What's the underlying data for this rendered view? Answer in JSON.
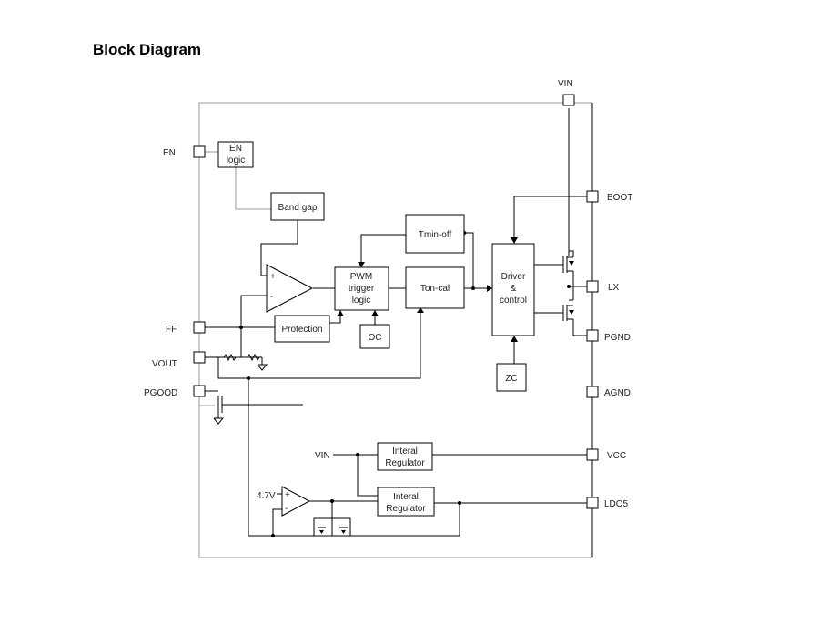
{
  "title": "Block Diagram",
  "pins": {
    "vin": "VIN",
    "en": "EN",
    "boot": "BOOT",
    "lx": "LX",
    "ff": "FF",
    "vout": "VOUT",
    "pgood": "PGOOD",
    "pgnd": "PGND",
    "agnd": "AGND",
    "vcc": "VCC",
    "ldo5": "LDO5"
  },
  "blocks": {
    "en_logic": [
      "EN",
      "logic"
    ],
    "band_gap": "Band gap",
    "tmin_off": "Tmin-off",
    "pwm": [
      "PWM",
      "trigger",
      "logic"
    ],
    "ton_cal": "Ton-cal",
    "driver": [
      "Driver",
      "&",
      "control"
    ],
    "protection": "Protection",
    "oc": "OC",
    "zc": "ZC",
    "reg1": [
      "Interal",
      "Regulator"
    ],
    "reg2": [
      "Interal",
      "Regulator"
    ]
  },
  "labels": {
    "vin_internal": "VIN",
    "ref_47": "4.7V",
    "plus": "+",
    "minus": "-"
  }
}
